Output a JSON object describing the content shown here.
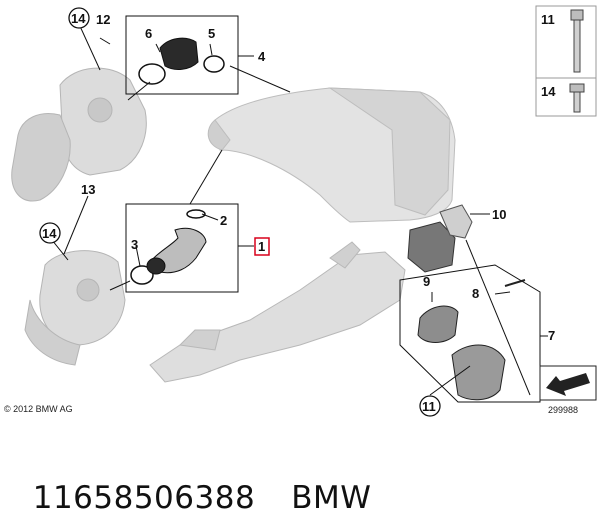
{
  "diagram": {
    "callouts": {
      "c1": "1",
      "c2": "2",
      "c3": "3",
      "c4": "4",
      "c5": "5",
      "c6": "6",
      "c7": "7",
      "c8": "8",
      "c9": "9",
      "c10": "10",
      "c11": "11",
      "c12": "12",
      "c13": "13",
      "c14": "14"
    },
    "circled": {
      "top_left": "14",
      "mid_left": "14",
      "bottom_right": "11"
    },
    "hardware_panel": {
      "bolt_label": "11",
      "screw_label": "14"
    },
    "highlight_color": "#d9001b",
    "line_color": "#1a1a1a",
    "part_fill": "#d6d6d6"
  },
  "copyright": "© 2012 BMW AG",
  "diagram_id": "299988",
  "footer": {
    "part_number": "11658506388",
    "brand": "BMW"
  }
}
